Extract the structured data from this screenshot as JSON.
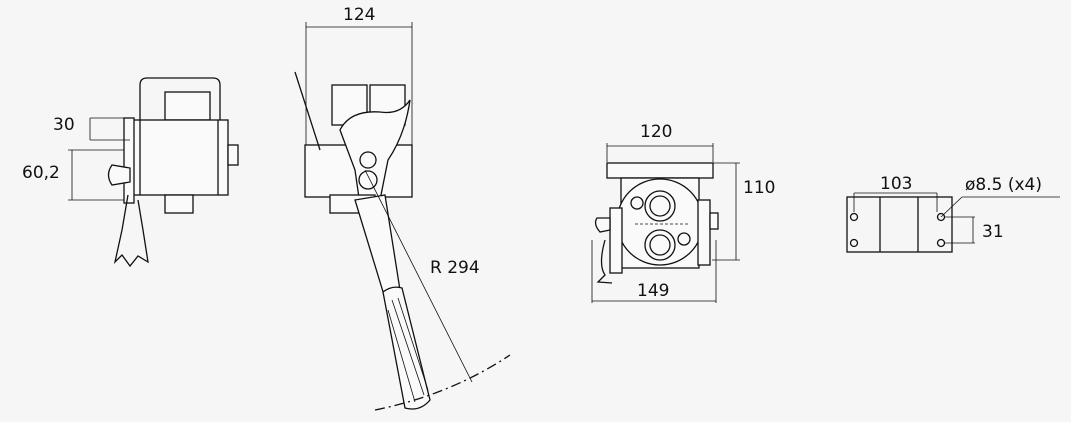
{
  "drawing": {
    "side_view": {
      "dim_top": "30",
      "dim_height": "60,2"
    },
    "lever_view": {
      "dim_width": "124",
      "dim_radius": "R 294"
    },
    "front_view": {
      "dim_top": "120",
      "dim_height": "110",
      "dim_bottom": "149"
    },
    "mount_plate": {
      "dim_width": "103",
      "dim_hole": "ø8.5 (x4)",
      "dim_spacing": "31"
    }
  }
}
